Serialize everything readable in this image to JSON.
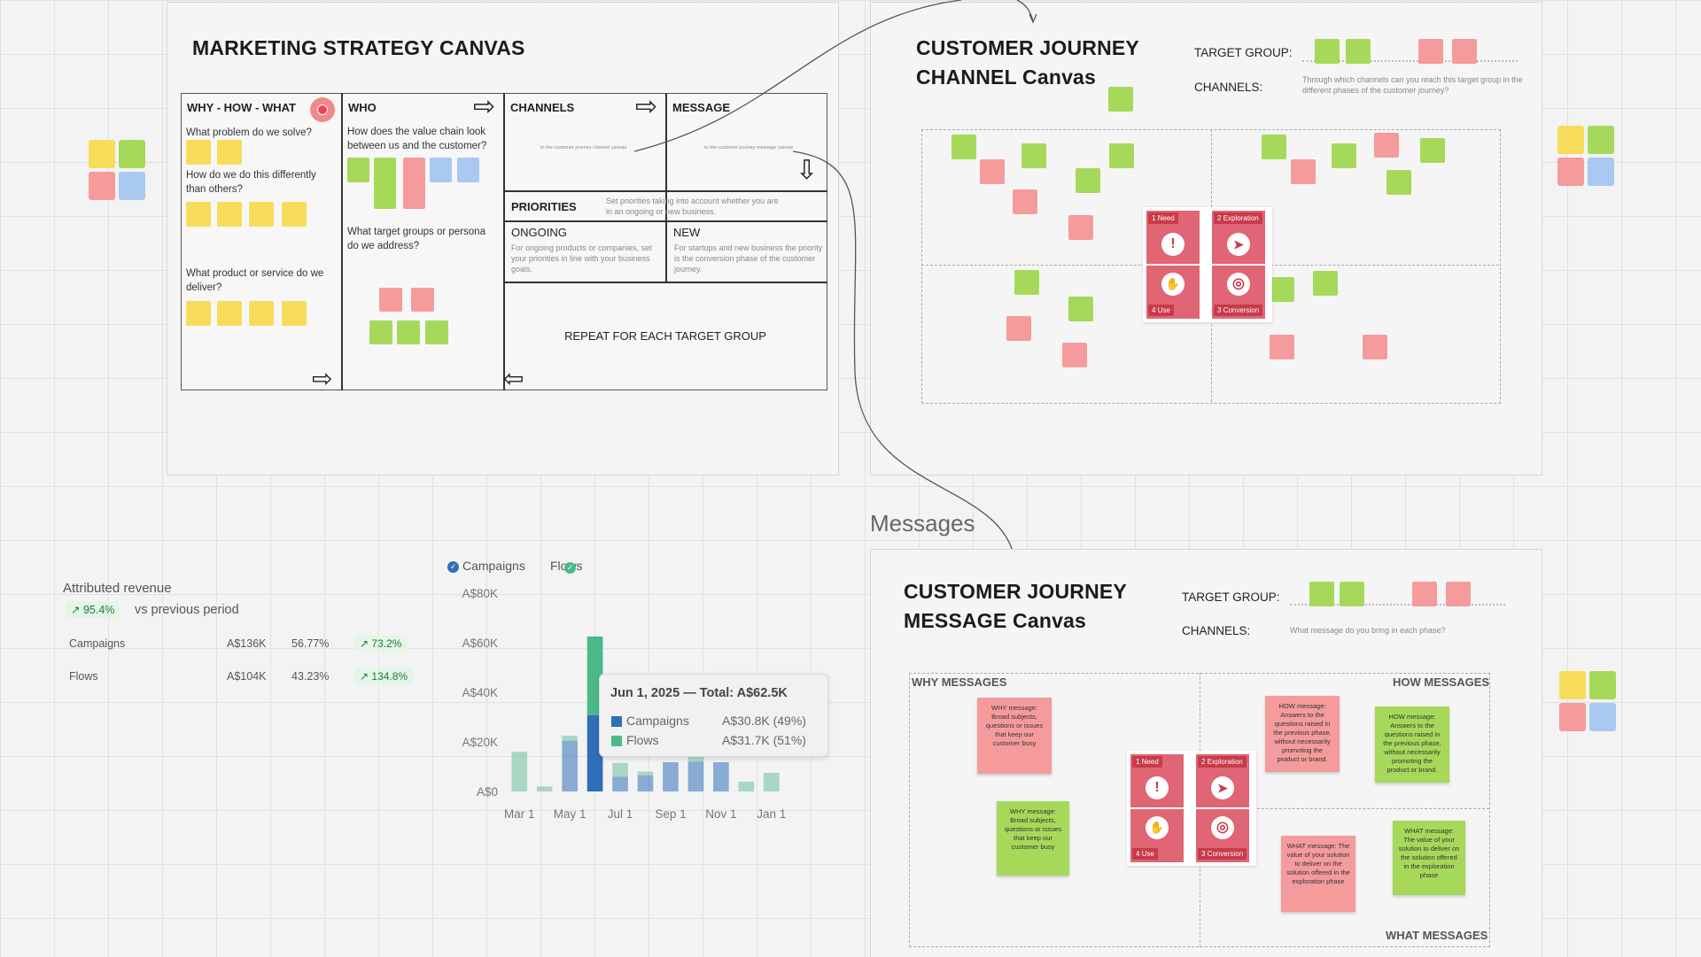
{
  "colors": {
    "yellow": "#f7dc5c",
    "green": "#a6d95a",
    "pink": "#f59b9b",
    "blue": "#a9c8f2",
    "journey_red": "#e06575",
    "campaigns": "#2f6fb8",
    "flows": "#4db88a"
  },
  "msc": {
    "title": "MARKETING STRATEGY CANVAS",
    "why_header": "WHY - HOW - WHAT",
    "q1": "What problem do we solve?",
    "q2": "How do we do this differently than others?",
    "q3": "What product or service do we deliver?",
    "who_header": "WHO",
    "who_q1": "How does the value chain look between us and the customer?",
    "who_q2": "What target groups or persona do we address?",
    "channels_header": "CHANNELS",
    "message_header": "MESSAGE",
    "channels_link": "to the customer journey channel canvas",
    "message_link": "to the customer journey message canvas",
    "priorities_header": "PRIORITIES",
    "priorities_desc": "Set priorities taking into account whether you are in an ongoing or new business.",
    "ongoing_header": "ONGOING",
    "ongoing_desc": "For ongoing products or companies, set your priorities in line with your business goals.",
    "new_header": "NEW",
    "new_desc": "For startups and new business the priority is the conversion phase of the customer journey.",
    "repeat": "REPEAT FOR EACH TARGET GROUP"
  },
  "cjc": {
    "title_line1": "CUSTOMER JOURNEY",
    "title_line2": "CHANNEL Canvas",
    "target_group_label": "TARGET GROUP:",
    "channels_label": "CHANNELS:",
    "channels_desc": "Through which channels can you reach this target group in the different phases of the customer journey?"
  },
  "journey": {
    "need": "Need",
    "exploration": "Exploration",
    "use": "Use",
    "conversion": "Conversion",
    "n1": "1",
    "n2": "2",
    "n3": "3",
    "n4": "4"
  },
  "messages_section": "Messages",
  "cjm": {
    "title_line1": "CUSTOMER JOURNEY",
    "title_line2": "MESSAGE Canvas",
    "target_group_label": "TARGET GROUP:",
    "channels_label": "CHANNELS:",
    "channels_desc": "What message do you bring in each phase?",
    "why_messages": "WHY MESSAGES",
    "how_messages": "HOW MESSAGES",
    "what_messages": "WHAT MESSAGES",
    "why_note": "WHY message: Broad subjects, questions or issues that keep our customer busy",
    "how_note": "HOW message: Answers to the questions raised in the previous phase, without necessarily promoting the product or brand.",
    "what_note": "WHAT message: The value of your solution to deliver on the solution offered in the exploration phase"
  },
  "revenue": {
    "title": "Attributed revenue",
    "change": "95.4%",
    "change_suffix": "vs previous period",
    "rows": [
      {
        "name": "Campaigns",
        "amount": "A$136K",
        "share": "56.77%",
        "change": "73.2%"
      },
      {
        "name": "Flows",
        "amount": "A$104K",
        "share": "43.23%",
        "change": "134.8%"
      }
    ]
  },
  "legend": {
    "campaigns": "Campaigns",
    "flows": "Flows"
  },
  "tooltip": {
    "title": "Jun 1, 2025 — Total: A$62.5K",
    "campaigns_label": "Campaigns",
    "campaigns_value": "A$30.8K (49%)",
    "flows_label": "Flows",
    "flows_value": "A$31.7K (51%)"
  },
  "chart_data": {
    "type": "bar",
    "stacked": true,
    "ylim": [
      0,
      80000
    ],
    "y_ticks": [
      "A$0",
      "A$20K",
      "A$40K",
      "A$60K",
      "A$80K"
    ],
    "x_ticks": [
      "Mar 1",
      "May 1",
      "Jul 1",
      "Sep 1",
      "Nov 1",
      "Jan 1"
    ],
    "categories": [
      "Mar 1",
      "Apr 1",
      "May 1",
      "Jun 1",
      "Jul 1",
      "Aug 1",
      "Sep 1",
      "Oct 1",
      "Nov 1",
      "Dec 1",
      "Jan 1"
    ],
    "series": [
      {
        "name": "Campaigns",
        "values": [
          0,
          0,
          20500,
          30800,
          6000,
          6500,
          11800,
          12000,
          11800,
          0,
          0
        ]
      },
      {
        "name": "Flows",
        "values": [
          16000,
          2000,
          2000,
          31700,
          5500,
          1500,
          0,
          10000,
          0,
          4000,
          7500
        ]
      }
    ]
  }
}
